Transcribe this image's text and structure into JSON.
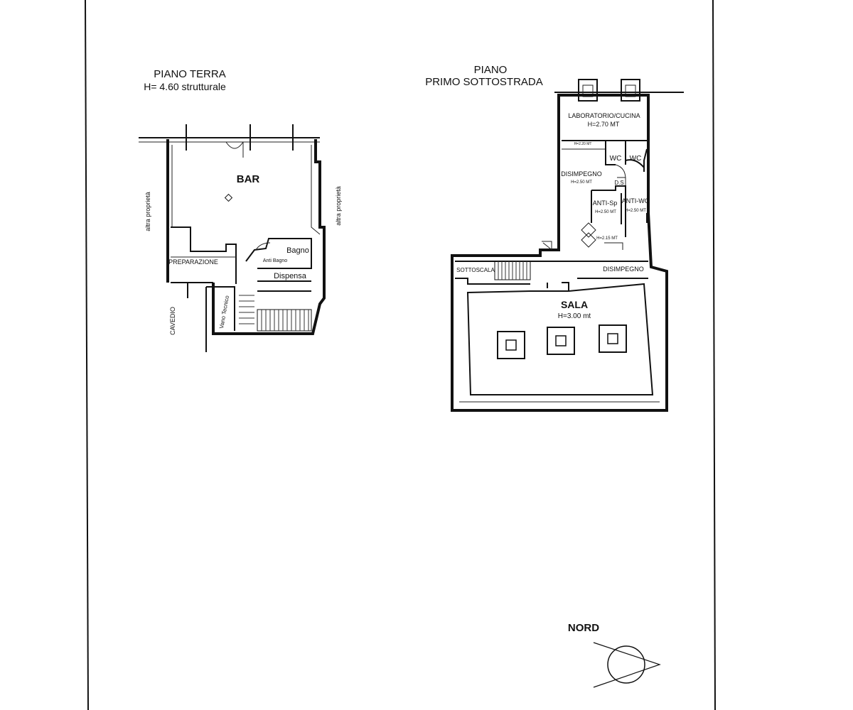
{
  "ground_floor": {
    "title_line1": "PIANO TERRA",
    "title_line2": "H= 4.60 strutturale",
    "rooms": {
      "bar": "BAR",
      "bagno": "Bagno",
      "anti_bagno": "Anti Bagno",
      "preparazione": "PREPARAZIONE",
      "dispensa": "Dispensa",
      "vano_tecnico": "Vano Tecnico"
    },
    "side_left": "altra proprietà",
    "side_right": "altra proprietà",
    "cavedio": "CAVEDIO"
  },
  "basement_floor": {
    "title_line1": "PIANO",
    "title_line2": "PRIMO SOTTOSTRADA",
    "rooms": {
      "laboratorio": "LABORATORIO/CUCINA",
      "laboratorio_h": "H=2.70 MT",
      "small_h": "H=2.20 MT",
      "wc1": "WC",
      "wc2": "WC",
      "disimpegno_top": "DISIMPEGNO",
      "disimpegno_top_h": "H=2.50 MT",
      "ds": "D.S",
      "anti_sp": "ANTI-Sp",
      "anti_sp_h": "H=2.50 MT",
      "anti_wc": "ANTI-WC",
      "anti_wc_h": "H=2.50 MT",
      "stair_h": "H=2.15 MT",
      "sottoscala": "SOTTOSCALA",
      "disimpegno_bottom": "DISIMPEGNO",
      "sala": "SALA",
      "sala_h": "H=3.00 mt"
    }
  },
  "north": {
    "label": "NORD"
  }
}
